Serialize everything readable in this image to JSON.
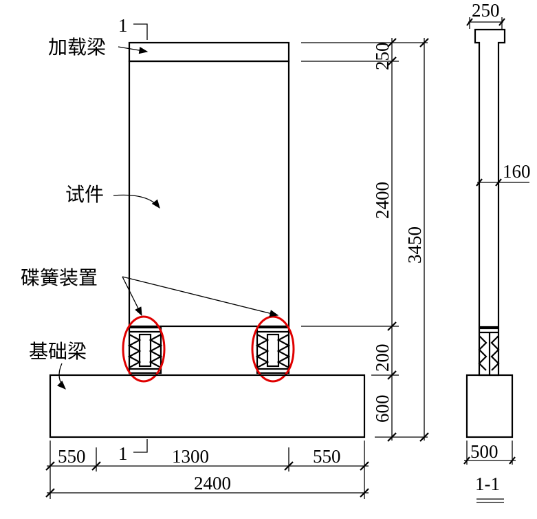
{
  "labels": {
    "loading_beam": "加载梁",
    "specimen": "试件",
    "disc_spring_device": "碟簧装置",
    "foundation_beam": "基础梁",
    "section_mark_top": "1",
    "section_mark_bottom": "1",
    "section_title": "1-1"
  },
  "dimensions": {
    "vertical": [
      "250",
      "2400",
      "200",
      "600"
    ],
    "total_height": "3450",
    "bottom_segments": [
      "550",
      "1300",
      "550"
    ],
    "bottom_total": "2400",
    "section_top_width": "250",
    "section_wall_thickness": "160",
    "section_base_width": "500"
  },
  "colors": {
    "highlight": "#e00000",
    "line": "#000000"
  }
}
